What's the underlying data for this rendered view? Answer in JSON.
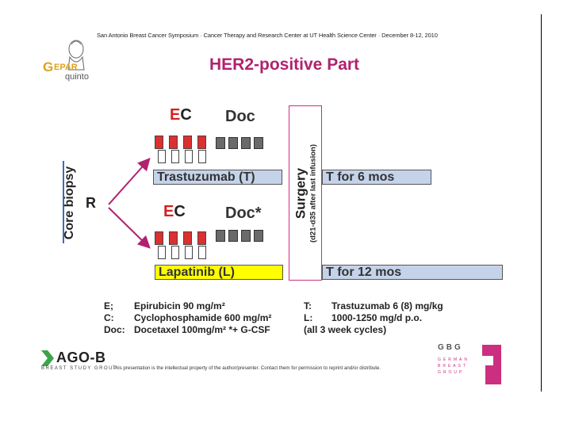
{
  "header": {
    "conference_line": "San Antonio Breast Cancer Symposium · Cancer Therapy and Research Center at UT Health Science Center · December 8-12, 2010"
  },
  "logo_gepar": {
    "part1": "GEPAR",
    "part2": "quinto"
  },
  "title": "HER2-positive Part",
  "arm1": {
    "ec_e": "E",
    "ec_c": "C",
    "doc": "Doc",
    "bar_label": "Trastuzumab (T)",
    "post_label": "T for 6 mos"
  },
  "arm2": {
    "ec_e": "E",
    "ec_c": "C",
    "doc": "Doc*",
    "bar_label": "Lapatinib (L)",
    "post_label": "T for 12 mos"
  },
  "surgery": {
    "label": "Surgery",
    "sublabel": "(d21-d35 after last infusion)"
  },
  "core_biopsy": "Core biopsy",
  "randomization": "R",
  "legend": {
    "left": [
      {
        "key": "E;",
        "value": "Epirubicin 90 mg/m²"
      },
      {
        "key": "C:",
        "value": "Cyclophosphamide 600 mg/m²"
      },
      {
        "key": "Doc:",
        "value": "Docetaxel 100mg/m² *+ G-CSF"
      }
    ],
    "right": [
      {
        "key": "T:",
        "value": "Trastuzumab 6 (8) mg/kg"
      },
      {
        "key": "L:",
        "value": "1000-1250  mg/d p.o."
      },
      {
        "key": "",
        "value": "(all 3 week cycles)"
      }
    ]
  },
  "ago_logo": {
    "name": "AGO-B",
    "sub": "BREAST STUDY GROUP"
  },
  "footer": "This presentation is the intellectual property of the author/presenter. Contact them for permission to reprint and/or distribute.",
  "gbg_logo": {
    "name": "GBG",
    "sub1": "GERMAN",
    "sub2": "BREAST",
    "sub3": "GROUP"
  },
  "colors": {
    "title": "#b0226f",
    "red_cycle": "#dc3030",
    "grey_cycle": "#6a6a6a",
    "blue_bar": "#c5d3ea",
    "yellow_bar": "#ffff00",
    "arrow": "#b0226f",
    "surgery_border": "#cc2e80",
    "core_line": "#3a6cc4"
  }
}
